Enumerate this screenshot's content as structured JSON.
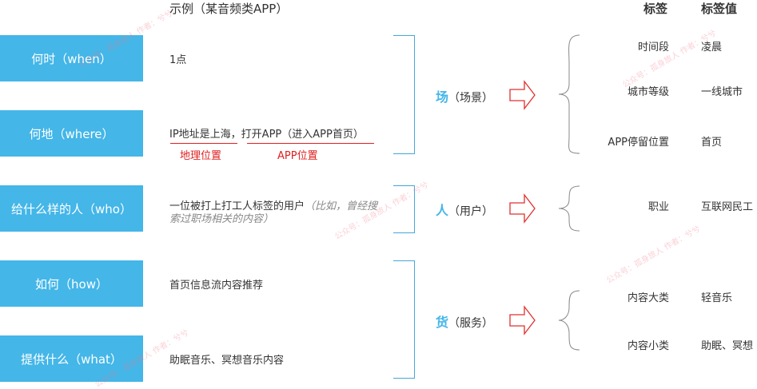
{
  "header": {
    "example": "示例（某音频类APP）",
    "tag": "标签",
    "tag_value": "标签值"
  },
  "dimensions": [
    {
      "label": "何时（when）",
      "example": "1点"
    },
    {
      "label": "何地（where）",
      "example": "IP地址是上海，打开APP（进入APP首页）",
      "annotations": [
        "地理位置",
        "APP位置"
      ]
    },
    {
      "label": "给什么样的人（who）",
      "example": "一位被打上打工人标签的用户",
      "example_note": "（比如，曾经搜索过职场相关的内容）"
    },
    {
      "label": "如何（how）",
      "example": "首页信息流内容推荐"
    },
    {
      "label": "提供什么（what）",
      "example": "助眠音乐、冥想音乐内容"
    }
  ],
  "groups": [
    {
      "key": "场",
      "label": "（场景）"
    },
    {
      "key": "人",
      "label": "（用户）"
    },
    {
      "key": "货",
      "label": "（服务）"
    }
  ],
  "tags": [
    {
      "tag": "时间段",
      "value": "凌晨"
    },
    {
      "tag": "城市等级",
      "value": "一线城市"
    },
    {
      "tag": "APP停留位置",
      "value": "首页"
    },
    {
      "tag": "职业",
      "value": "互联网民工"
    },
    {
      "tag": "内容大类",
      "value": "轻音乐"
    },
    {
      "tag": "内容小类",
      "value": "助眠、冥想"
    }
  ],
  "watermark": "公众号：孤身旅人 作者：兮兮",
  "colors": {
    "box": "#44b6e8",
    "arrow": "#e03030",
    "annotation": "#e02020"
  }
}
